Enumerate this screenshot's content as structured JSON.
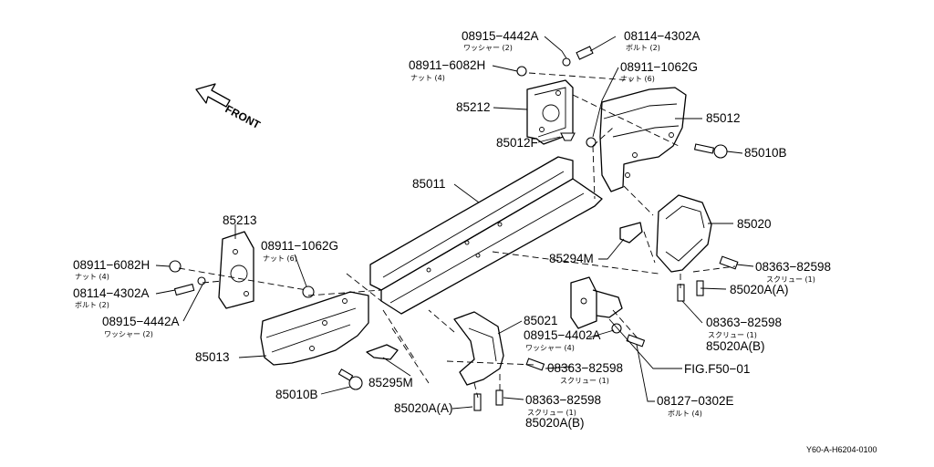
{
  "front_label": "FRONT",
  "footer_code": "Y60-A-H6204-0100",
  "labels": {
    "l08915_top": "08915−4442A",
    "l08915_top_sub": "ワッシャー  (2)",
    "l08114_top": "08114−4302A",
    "l08114_top_sub": "ボルト  (2)",
    "l08911_6082_top": "08911−6082H",
    "l08911_6082_top_sub": "ナット  (4)",
    "l08911_1062_top": "08911−1062G",
    "l08911_1062_top_sub": "ナット  (6)",
    "l85212": "85212",
    "l85012": "85012",
    "l85012F": "85012F",
    "l85010B_r": "85010B",
    "l85011": "85011",
    "l85020": "85020",
    "l85294M": "85294M",
    "l08363_r1": "08363−82598",
    "l08363_r1_sub": "スクリュー  (1)",
    "l85020AA_r": "85020A(A)",
    "l08363_r2": "08363−82598",
    "l08363_r2_sub": "スクリュー  (1)",
    "l85020AB_r": "85020A(B)",
    "l85213": "85213",
    "l08911_1062_left": "08911−1062G",
    "l08911_1062_left_sub": "ナット  (6)",
    "l08911_6082_left": "08911−6082H",
    "l08911_6082_left_sub": "ナット  (4)",
    "l08114_left": "08114−4302A",
    "l08114_left_sub": "ボルト  (2)",
    "l08915_left": "08915−4442A",
    "l08915_left_sub": "ワッシャー  (2)",
    "l85013": "85013",
    "l85010B_l": "85010B",
    "l85295M": "85295M",
    "l85021": "85021",
    "l08915_4402": "08915−4402A",
    "l08915_4402_sub": "ワッシャー  (4)",
    "l08363_c1": "08363−82598",
    "l08363_c1_sub": "スクリュー  (1)",
    "lfig": "FIG.F50−01",
    "l85020AA_c": "85020A(A)",
    "l08363_c2": "08363−82598",
    "l08363_c2_sub": "スクリュー  (1)",
    "l85020AB_c": "85020A(B)",
    "l08127": "08127−0302E",
    "l08127_sub": "ボルト  (4)"
  }
}
